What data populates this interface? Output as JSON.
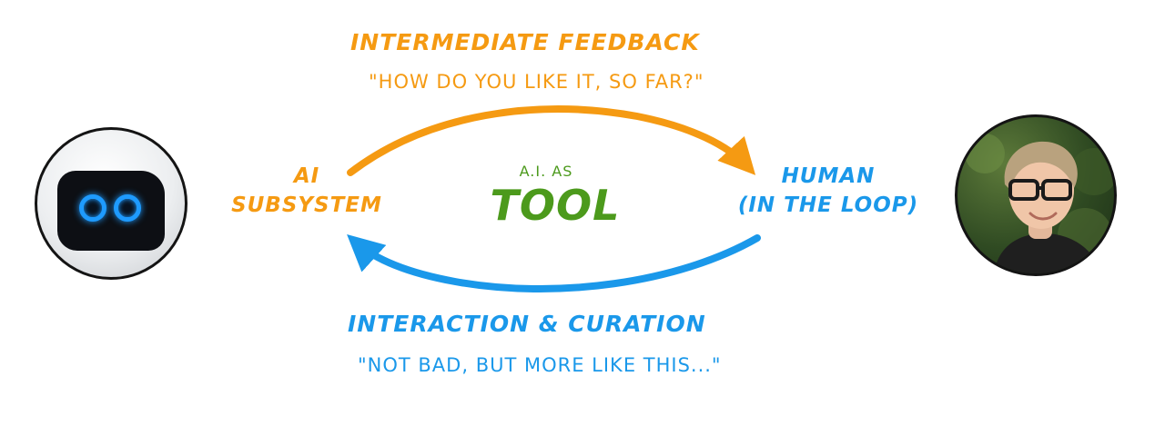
{
  "colors": {
    "orange": "#f59a12",
    "blue": "#1a98ea",
    "green": "#4c9a1c"
  },
  "top": {
    "title": "INTERMEDIATE FEEDBACK",
    "quote": "\"HOW DO YOU LIKE IT, SO FAR?\""
  },
  "bottom": {
    "title": "INTERACTION & CURATION",
    "quote": "\"NOT BAD, BUT MORE LIKE THIS...\""
  },
  "ai": {
    "line1": "AI",
    "line2": "SUBSYSTEM"
  },
  "human": {
    "line1": "HUMAN",
    "line2": "(IN THE LOOP)"
  },
  "center": {
    "small": "A.I. AS",
    "big": "TOOL"
  },
  "icons": {
    "robot": "robot-avatar",
    "human": "human-photo-avatar"
  }
}
